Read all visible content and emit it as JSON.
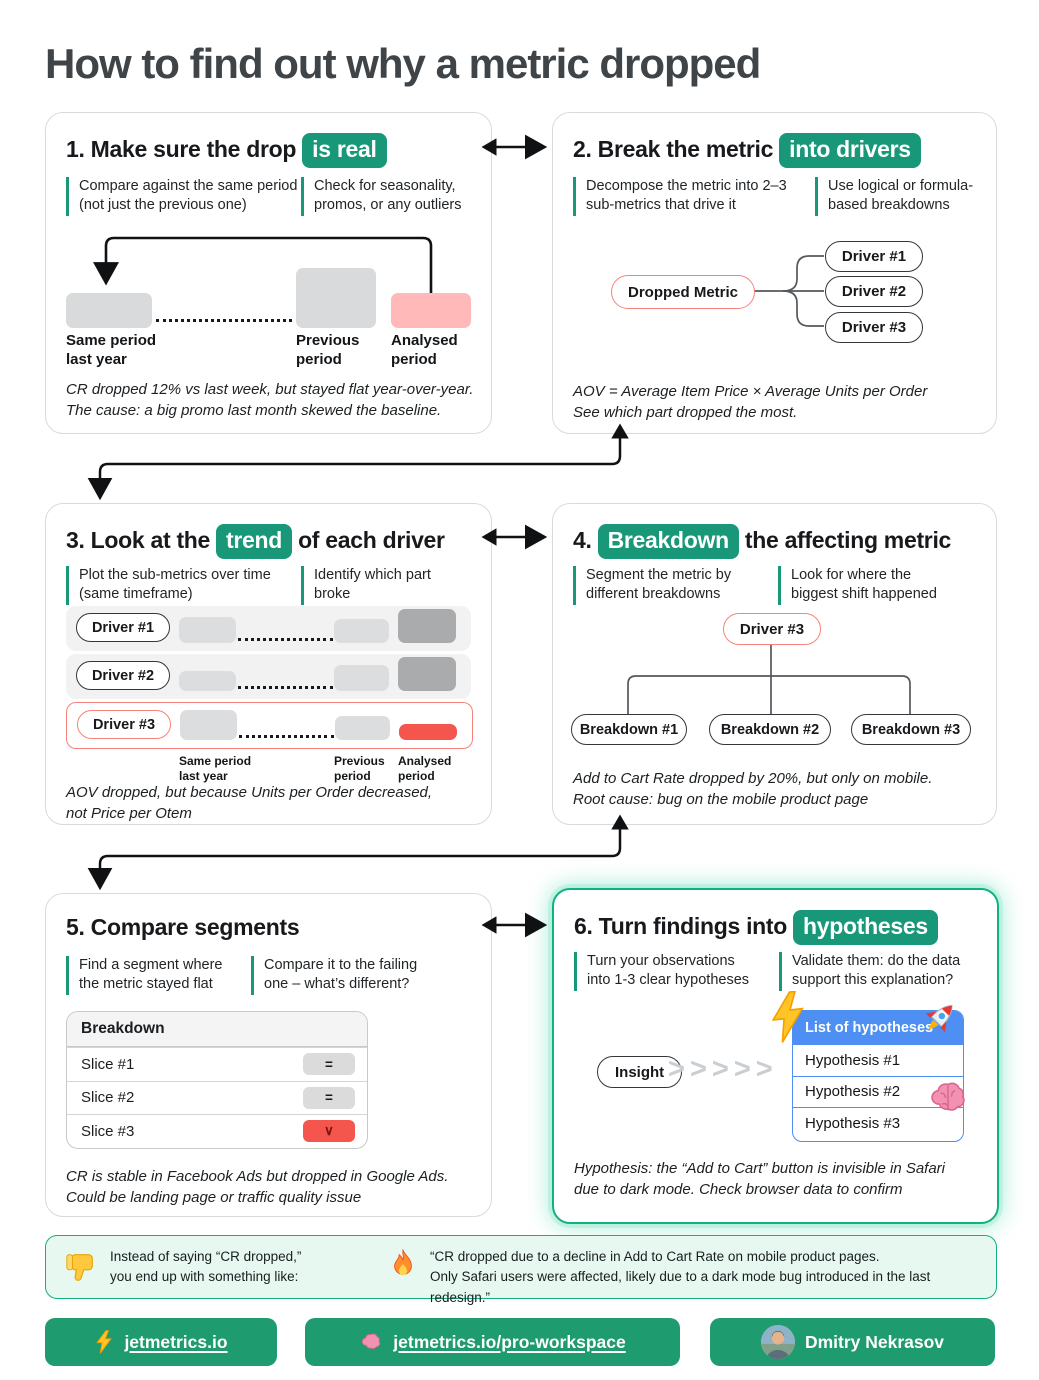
{
  "title": "How to find out why a metric dropped",
  "colors": {
    "accent_green": "#189878",
    "button_green": "#1e9b6f",
    "alert_red": "#f4564e",
    "soft_pink": "#ffb9b9",
    "link_blue": "#4d8ff2",
    "mint_bg": "#e7f8f0"
  },
  "steps": [
    {
      "heading_pre": "1. Make sure the drop",
      "heading_badge": "is real",
      "bullet1": "Compare against the same period\n(not just the previous one)",
      "bullet2": "Check for seasonality,\npromos, or any outliers",
      "bar_labels": [
        "Same period\nlast year",
        "Previous\nperiod",
        "Analysed\nperiod"
      ],
      "caption": "CR dropped 12% vs last week, but stayed flat year-over-year.\nThe cause: a big promo last month skewed the baseline."
    },
    {
      "heading_pre": "2. Break the metric",
      "heading_badge": "into drivers",
      "bullet1": "Decompose the metric into 2–3\nsub-metrics that drive it",
      "bullet2": "Use logical or formula-\nbased breakdowns",
      "root_pill": "Dropped Metric",
      "drivers": [
        "Driver #1",
        "Driver #2",
        "Driver #3"
      ],
      "caption": "AOV = Average Item Price × Average Units per Order\nSee which part dropped the most."
    },
    {
      "heading_pre": "3. Look at the",
      "heading_badge": "trend",
      "heading_post": "of each driver",
      "bullet1": "Plot the sub-metrics over time\n(same timeframe)",
      "bullet2": "Identify which part\nbroke",
      "rows": [
        "Driver #1",
        "Driver #2",
        "Driver #3"
      ],
      "bar_labels": [
        "Same period\nlast year",
        "Previous\nperiod",
        "Analysed\nperiod"
      ],
      "caption": "AOV dropped, but because Units per Order decreased,\nnot Price per Otem"
    },
    {
      "heading_pre": "4.",
      "heading_badge": "Breakdown",
      "heading_post": "the affecting metric",
      "bullet1": "Segment the metric by\ndifferent breakdowns",
      "bullet2": "Look for where the\nbiggest shift happened",
      "root_pill": "Driver #3",
      "breakdowns": [
        "Breakdown #1",
        "Breakdown #2",
        "Breakdown #3"
      ],
      "caption": "Add to Cart Rate dropped by 20%, but only on mobile.\nRoot cause: bug on the mobile product page"
    },
    {
      "heading_pre": "5. Compare segments",
      "bullet1": "Find a segment where\nthe metric stayed flat",
      "bullet2": "Compare it to the failing\none – what’s different?",
      "table": {
        "header": "Breakdown",
        "rows": [
          {
            "label": "Slice #1",
            "badge": "="
          },
          {
            "label": "Slice #2",
            "badge": "="
          },
          {
            "label": "Slice #3",
            "badge": "∨"
          }
        ]
      },
      "caption": "CR is stable in Facebook Ads but dropped in Google Ads.\nCould be landing page or traffic quality issue"
    },
    {
      "heading_pre": "6. Turn findings into",
      "heading_badge": "hypotheses",
      "bullet1": "Turn your observations\ninto 1-3 clear hypotheses",
      "bullet2": "Validate them: do the data\nsupport this explanation?",
      "insight_pill": "Insight",
      "chevron": ">",
      "list_title": "List of hypotheses",
      "hypotheses": [
        "Hypothesis #1",
        "Hypothesis #2",
        "Hypothesis #3"
      ],
      "icons": [
        "lightning-icon",
        "rocket-icon",
        "brain-icon"
      ],
      "caption": "Hypothesis: the “Add to Cart” button is invisible in Safari\ndue to dark mode. Check browser data to confirm"
    }
  ],
  "callout": {
    "left_icon": "thumbs-down-icon",
    "left_text": "Instead of saying “CR dropped,”\nyou end up with something like:",
    "right_icon": "fire-icon",
    "right_text": "“CR dropped due to a decline in Add to Cart Rate on mobile product pages.\nOnly Safari users were affected, likely due to a dark mode bug introduced in the last redesign.”"
  },
  "footer": {
    "site_icon": "lightning-icon",
    "site": "jetmetrics.io",
    "workspace_icon": "brain-icon",
    "workspace": "jetmetrics.io/pro-workspace",
    "author": "Dmitry Nekrasov"
  }
}
